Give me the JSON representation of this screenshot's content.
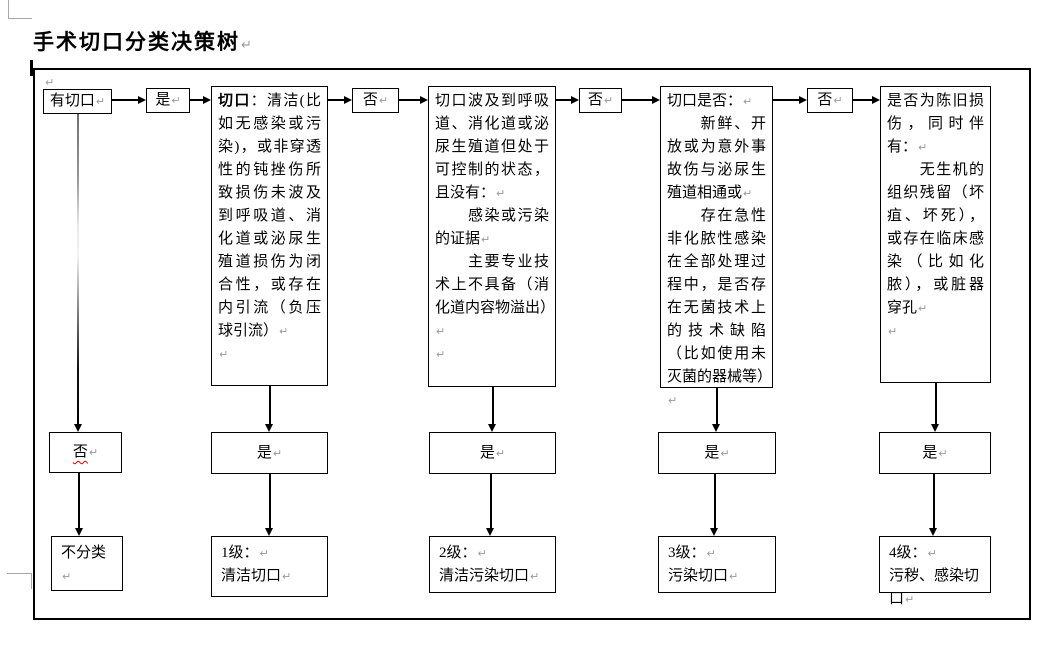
{
  "page": {
    "title": "手术切口分类决策树",
    "pilcrow": "↵"
  },
  "start": {
    "label": "有切口",
    "yes_label": "是",
    "no_label": "否",
    "no_result": "不分类"
  },
  "decisions": [
    {
      "incoming_label": "是",
      "paragraphs": [
        {
          "lead": "切口",
          "text": "：清洁(比如无感染或污染)，或非穿透性的钝挫伤所致损伤未波及到呼吸道、消化道或泌尿生殖道损伤为闭合性，或存在内引流（负压球引流）"
        },
        ""
      ],
      "yes_label": "是",
      "result_lines": [
        "1级：",
        "清洁切口"
      ]
    },
    {
      "incoming_label": "否",
      "paragraphs": [
        "切口波及到呼吸道、消化道或泌尿生殖道但处于可控制的状态，且没有：",
        "　　感染或污染的证据",
        "　　主要专业技术上不具备（消化道内容物溢出）",
        ""
      ],
      "yes_label": "是",
      "result_lines": [
        "2级：",
        "清洁污染切口"
      ]
    },
    {
      "incoming_label": "否",
      "paragraphs": [
        "切口是否：",
        "　　新鲜、开放或为意外事故伤与泌尿生殖道相通或",
        "　　存在急性非化脓性感染在全部处理过程中，是否存在无菌技术上的技术缺陷（比如使用未灭菌的器械等）"
      ],
      "yes_label": "是",
      "result_lines": [
        "3级：",
        "污染切口"
      ]
    },
    {
      "incoming_label": "否",
      "paragraphs": [
        "是否为陈旧损伤，同时伴有：",
        "　　无生机的组织残留（坏疽、坏死），或存在临床感染（比如化脓），或脏器穿孔",
        ""
      ],
      "yes_label": "是",
      "result_lines": [
        "4级：",
        "污秽、感染切口"
      ]
    }
  ],
  "colors": {
    "line": "#000000",
    "text": "#000000",
    "background": "#ffffff",
    "pilcrow": "#9a9a9a",
    "spellcheck_underline": "#d40000",
    "gray_connector": "#808080",
    "corner_mark": "#a8a8a8"
  }
}
